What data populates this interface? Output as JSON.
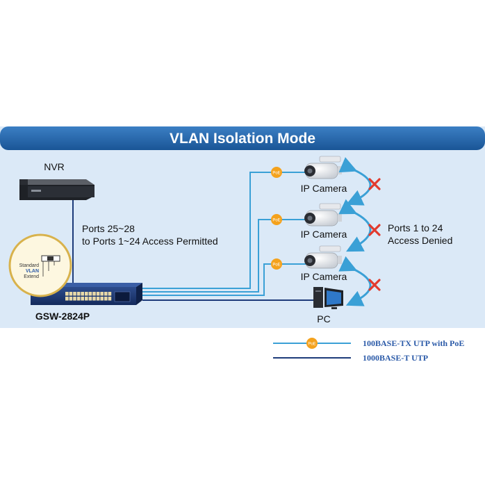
{
  "title": "VLAN Isolation Mode",
  "devices": {
    "nvr": "NVR",
    "switch": "GSW-2824P",
    "cameras": [
      "IP Camera",
      "IP Camera",
      "IP Camera"
    ],
    "pc": "PC"
  },
  "annotations": {
    "permitted_line1": "Ports 25~28",
    "permitted_line2": "to Ports 1~24 Access Permitted",
    "denied_line1": "Ports 1 to 24",
    "denied_line2": "Access Denied"
  },
  "dip_switch": {
    "standard": "Standard",
    "vlan": "VLAN",
    "extend": "Extend"
  },
  "poe_badge": "PoE",
  "legend": {
    "poe_line": "100BASE-TX UTP with PoE",
    "utp_line": "1000BASE-T UTP"
  },
  "colors": {
    "panel": "#dbe9f7",
    "header_dark": "#1f5f9e",
    "poe_line": "#3aa0d6",
    "utp_line": "#1d3b7a",
    "poe_badge": "#f4a21d",
    "deny_x": "#e23a2e",
    "legend_text": "#2b5aa8"
  }
}
